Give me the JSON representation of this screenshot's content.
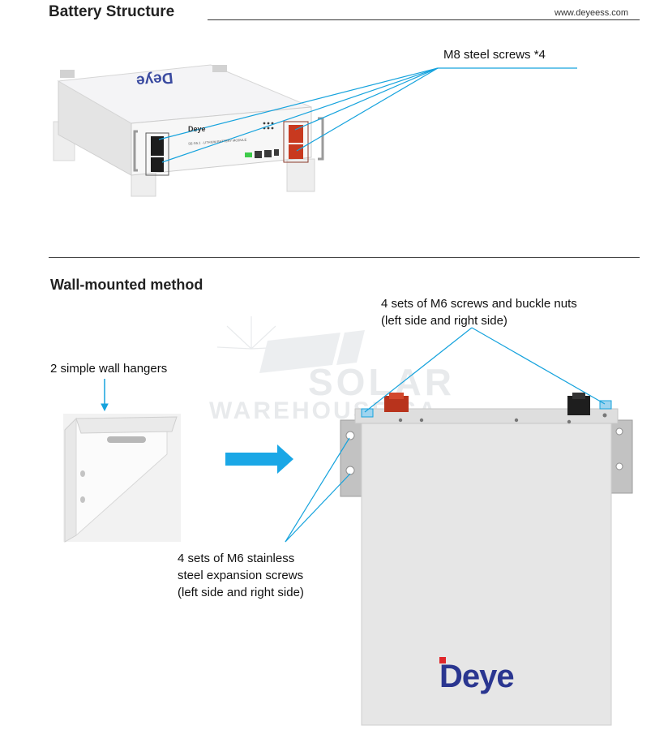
{
  "header": {
    "title": "Battery Structure",
    "url": "www.deyeess.com"
  },
  "battery_section": {
    "callout": "M8 steel screws *4",
    "module_brand": "Deye",
    "module_label": "SE-G5.1 · LITHIUM BATTERY MODULE",
    "top_brand": "Deye"
  },
  "wall_section": {
    "title": "Wall-mounted method",
    "hangers_label": "2 simple wall hangers",
    "top_callout": [
      "4 sets of M6 screws and buckle nuts",
      "(left side and right side)"
    ],
    "bottom_callout": [
      "4 sets of M6 stainless",
      "steel expansion screws",
      "(left side and right side)"
    ],
    "brand": "Deye",
    "watermark": [
      "SOLAR",
      "WAREHOUSE SA"
    ]
  },
  "colors": {
    "accent_blue": "#16a3dd",
    "arrow_blue": "#1aa7e6",
    "brand_navy": "#2a3690",
    "brand_red": "#e0262a",
    "terminal_red": "#c8391f"
  }
}
